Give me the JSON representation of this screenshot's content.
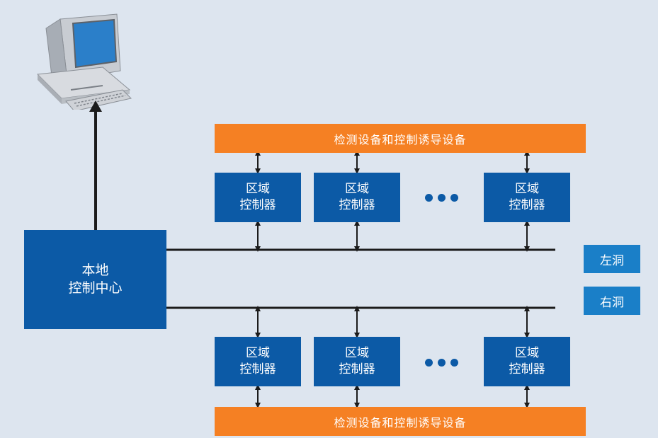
{
  "top_bar": {
    "label": "检测设备和控制诱导设备"
  },
  "bottom_bar": {
    "label": "检测设备和控制诱导设备"
  },
  "zone_controller": {
    "label": "区域\n控制器"
  },
  "local_center": {
    "label": "本地\n控制中心"
  },
  "tunnels": {
    "left": "左洞",
    "right": "右洞"
  },
  "colors": {
    "background": "#dde5ef",
    "orange": "#f58023",
    "dark_blue": "#0c5aa6",
    "light_blue": "#1a7fc8",
    "line": "#1b1b1b"
  },
  "icons": {
    "computer": "computer-icon"
  }
}
